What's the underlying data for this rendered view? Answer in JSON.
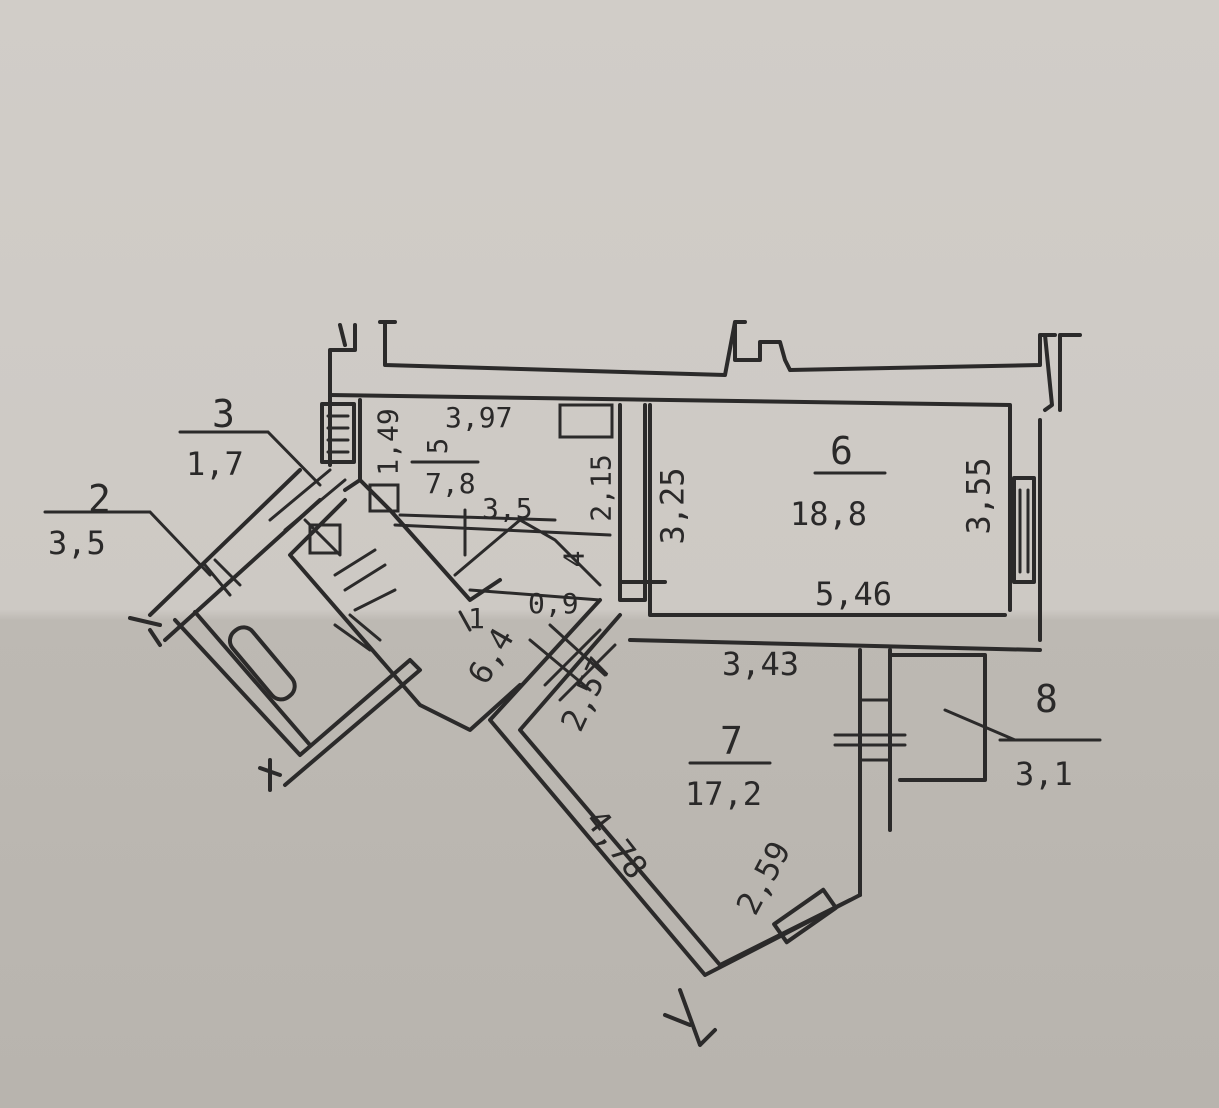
{
  "rooms": [
    {
      "id": "2",
      "area": "3,5"
    },
    {
      "id": "3",
      "area": "1,7"
    },
    {
      "id": "5",
      "area": "7,8"
    },
    {
      "id": "6",
      "area": "18,8"
    },
    {
      "id": "1",
      "area": "6,4"
    },
    {
      "id": "7",
      "area": "17,2"
    },
    {
      "id": "8",
      "area": "3,1"
    }
  ],
  "dimensions": {
    "d_397": "3,97",
    "d_149": "1,49",
    "d_215": "2,15",
    "d_35": "3,5",
    "d_4": "4",
    "d_325": "3,25",
    "d_355": "3,55",
    "d_546": "5,46",
    "d_09": "0,9",
    "d_343": "3,43",
    "d_257": "2,57",
    "d_478": "4,78",
    "d_259": "2,59"
  }
}
